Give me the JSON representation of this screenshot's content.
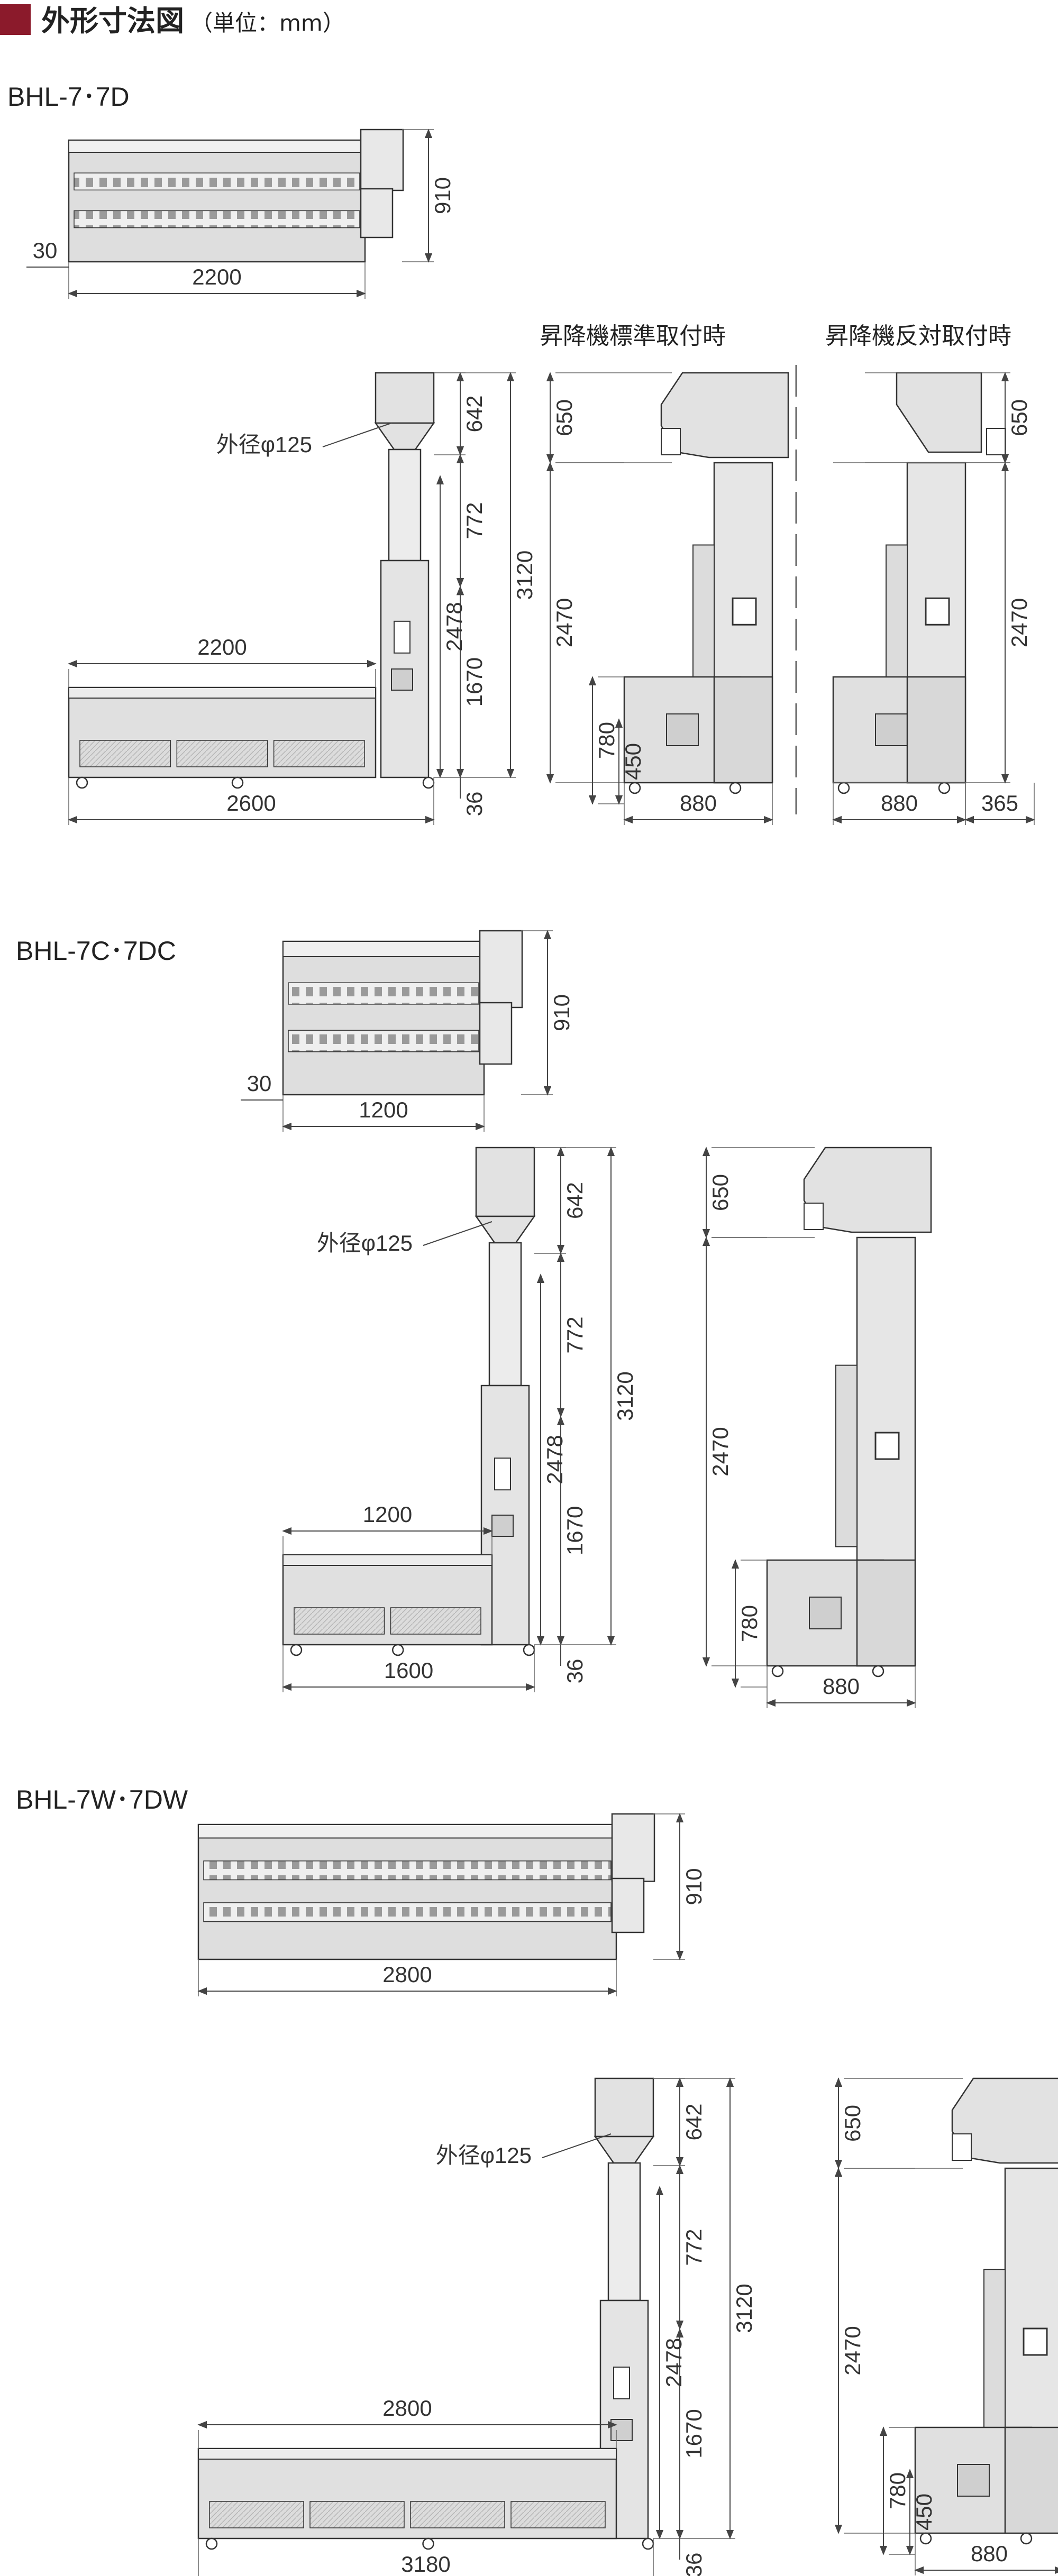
{
  "header": {
    "title": "外形寸法図",
    "unit": "（単位：mm）",
    "marker_color": "#8b1a2b"
  },
  "sections": [
    {
      "model": "BHL-7･7D",
      "top_dims": {
        "width": "2200",
        "offset": "30",
        "height": "910"
      },
      "side_dims": {
        "length": "2200",
        "total": "2600",
        "pipe": "外径φ125",
        "h642": "642",
        "h772": "772",
        "h2478": "2478",
        "h1670": "1670",
        "h3120": "3120",
        "h36": "36"
      },
      "front_std": {
        "caption": "昇降機標準取付時",
        "h650": "650",
        "h2470": "2470",
        "h780": "780",
        "h450": "450",
        "w880": "880"
      },
      "front_rev": {
        "caption": "昇降機反対取付時",
        "h650": "650",
        "h2470": "2470",
        "w880": "880",
        "w365": "365"
      }
    },
    {
      "model": "BHL-7C･7DC",
      "top_dims": {
        "width": "1200",
        "offset": "30",
        "height": "910"
      },
      "side_dims": {
        "length": "1200",
        "total": "1600",
        "pipe": "外径φ125",
        "h642": "642",
        "h772": "772",
        "h2478": "2478",
        "h1670": "1670",
        "h3120": "3120",
        "h36": "36"
      },
      "front_std": {
        "h650": "650",
        "h2470": "2470",
        "h780": "780",
        "w880": "880"
      }
    },
    {
      "model": "BHL-7W･7DW",
      "top_dims": {
        "width": "2800",
        "height": "910"
      },
      "side_dims": {
        "length": "2800",
        "total": "3180",
        "pipe": "外径φ125",
        "h642": "642",
        "h772": "772",
        "h2478": "2478",
        "h1670": "1670",
        "h3120": "3120",
        "h36": "36"
      },
      "front_std": {
        "h650": "650",
        "h2470": "2470",
        "h780": "780",
        "h450": "450",
        "w880": "880"
      }
    }
  ]
}
